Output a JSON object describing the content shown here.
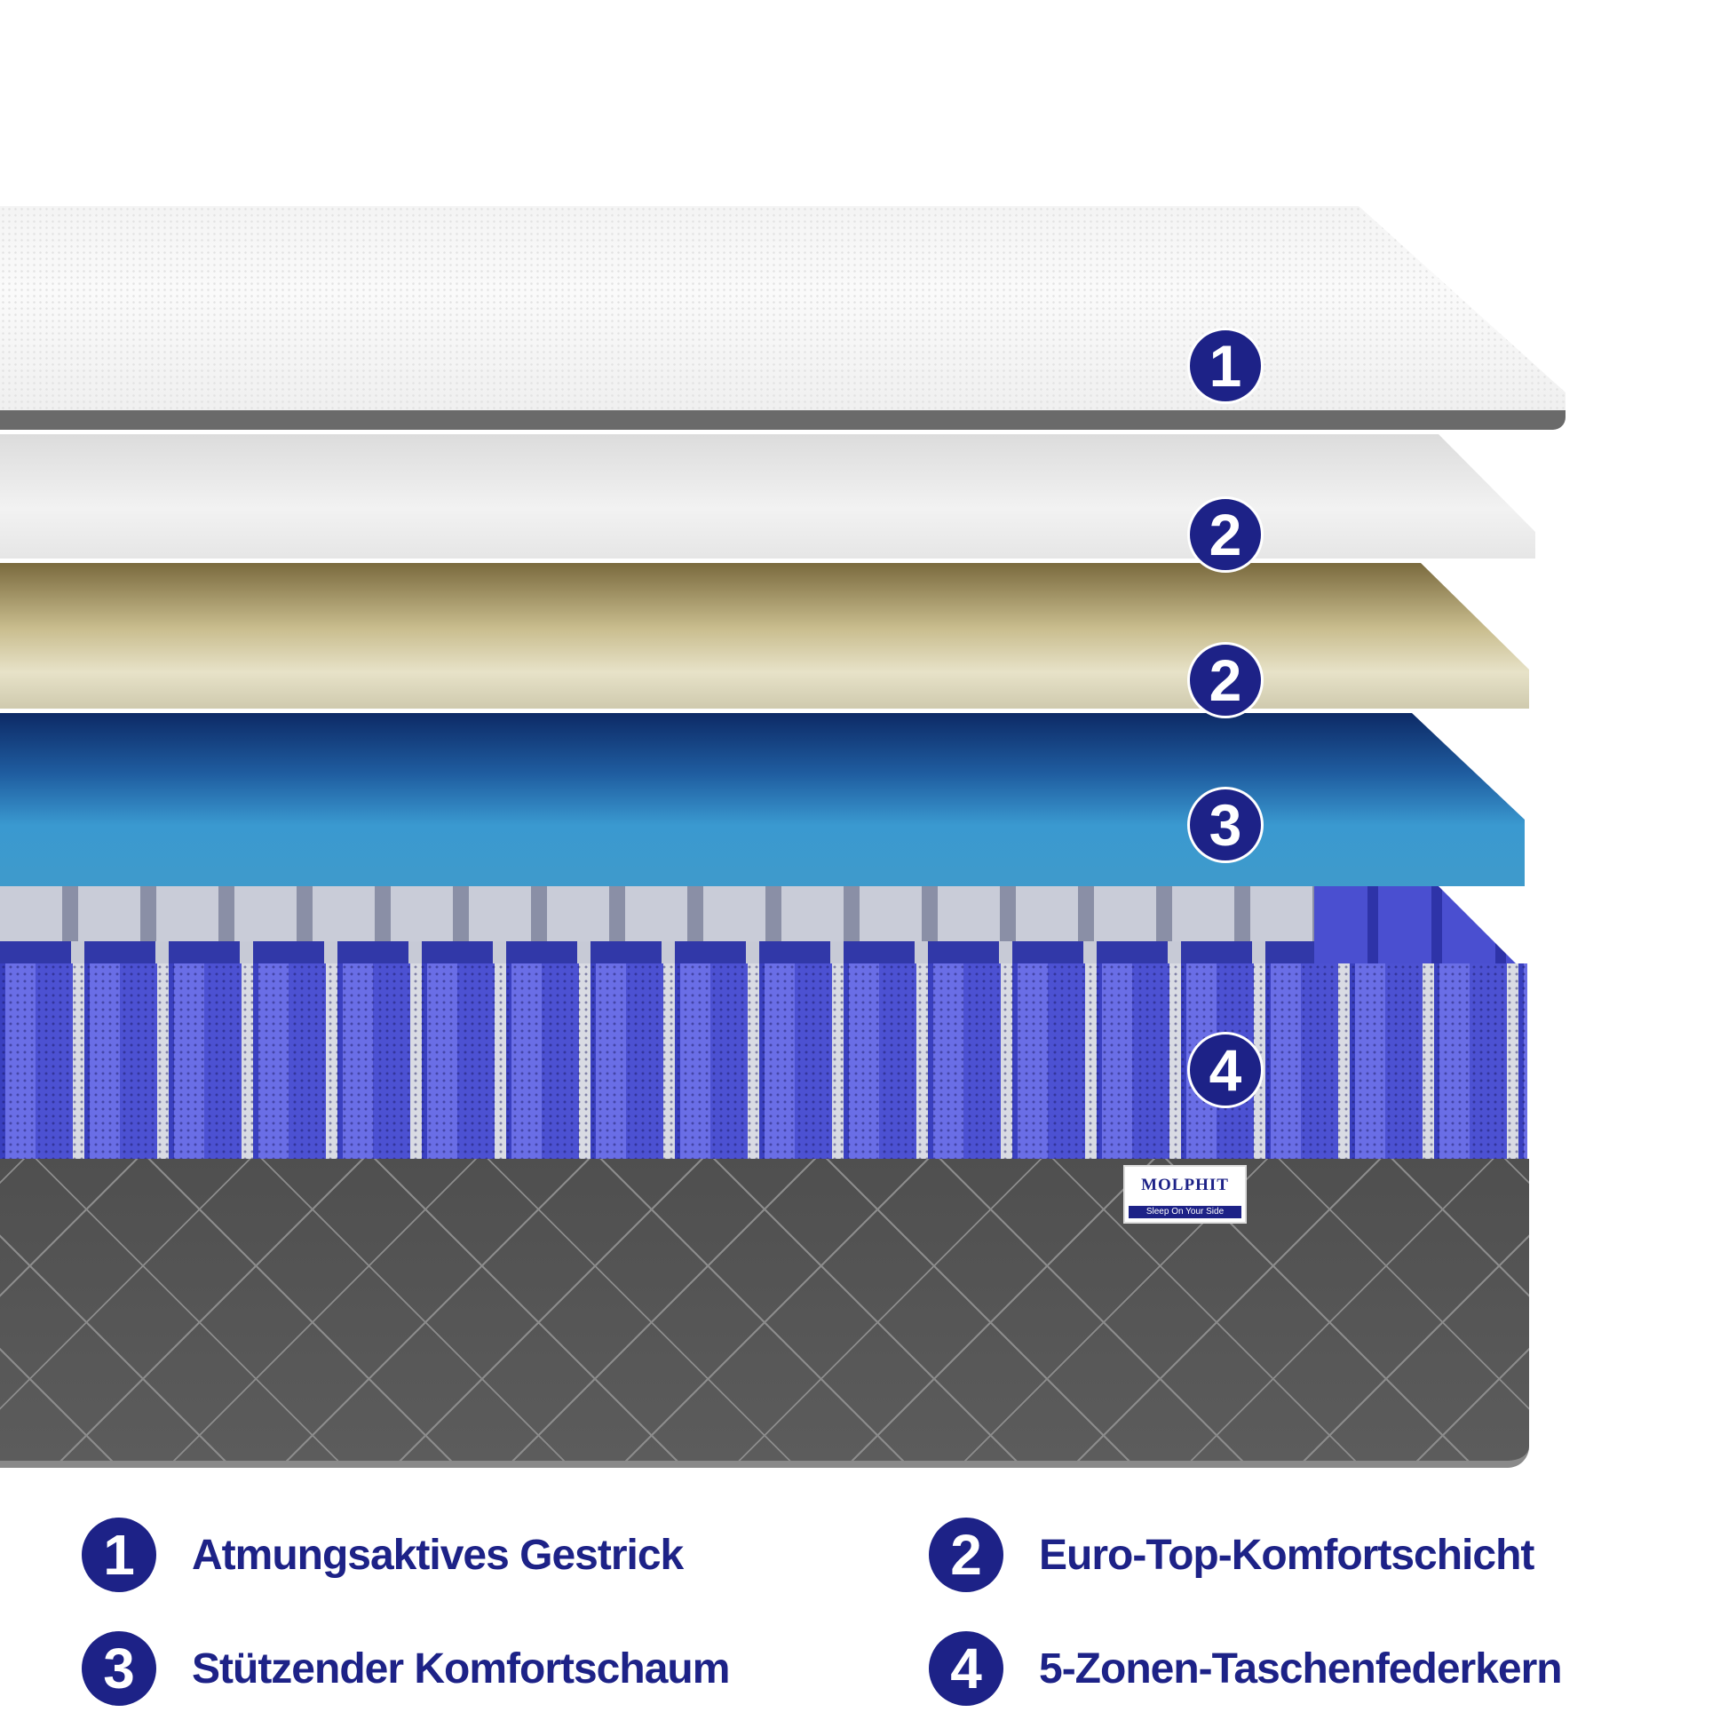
{
  "colors": {
    "badge": "#1d2287",
    "text": "#1d2287"
  },
  "layer_badges": [
    "1",
    "2",
    "2",
    "3",
    "4"
  ],
  "logo": {
    "brand": "MOLPHIT",
    "tagline": "Sleep On Your Side"
  },
  "legend": [
    {
      "number": "1",
      "label": "Atmungsaktives Gestrick"
    },
    {
      "number": "2",
      "label": "Euro-Top-Komfortschicht"
    },
    {
      "number": "3",
      "label": "Stützender Komfortschaum"
    },
    {
      "number": "4",
      "label": "5-Zonen-Taschenfederkern"
    }
  ]
}
